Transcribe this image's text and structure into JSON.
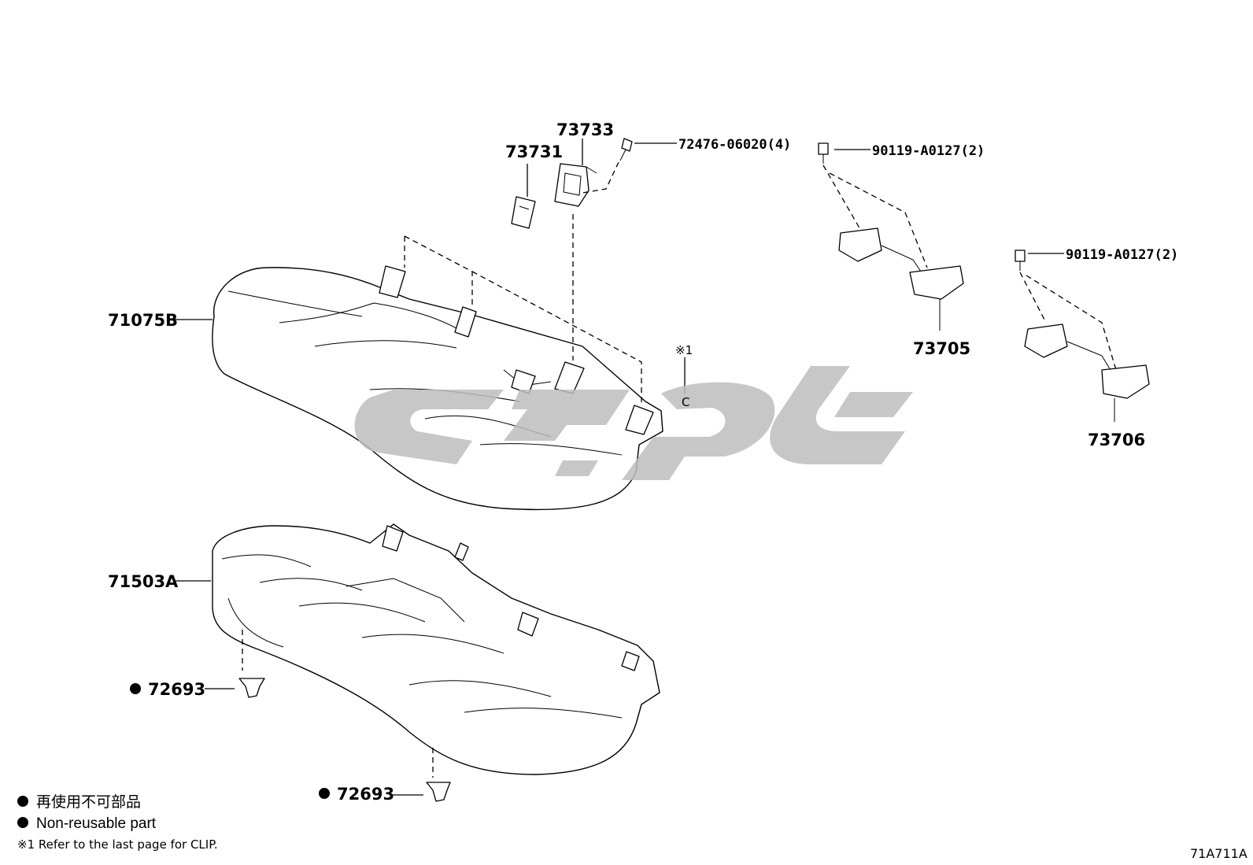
{
  "parts": {
    "seat_back_pad": "71075B",
    "seat_cushion_pad": "71503A",
    "clip_left": "72693",
    "clip_bottom": "72693",
    "bracket_a": "73731",
    "bracket_b": "73733",
    "screw_ref": "72476-06020(4)",
    "bolt_ref_1": "90119-A0127(2)",
    "bolt_ref_2": "90119-A0127(2)",
    "lock_right_1": "73705",
    "lock_right_2": "73706",
    "clip_note_marker": "※1",
    "clip_note_symbol": "C"
  },
  "legend": {
    "non_reusable_jp": "再使用不可部品",
    "non_reusable_en": "Non-reusable part",
    "clip_note": "※1  Refer to the last page for CLIP."
  },
  "drawing_code": "71A711A"
}
